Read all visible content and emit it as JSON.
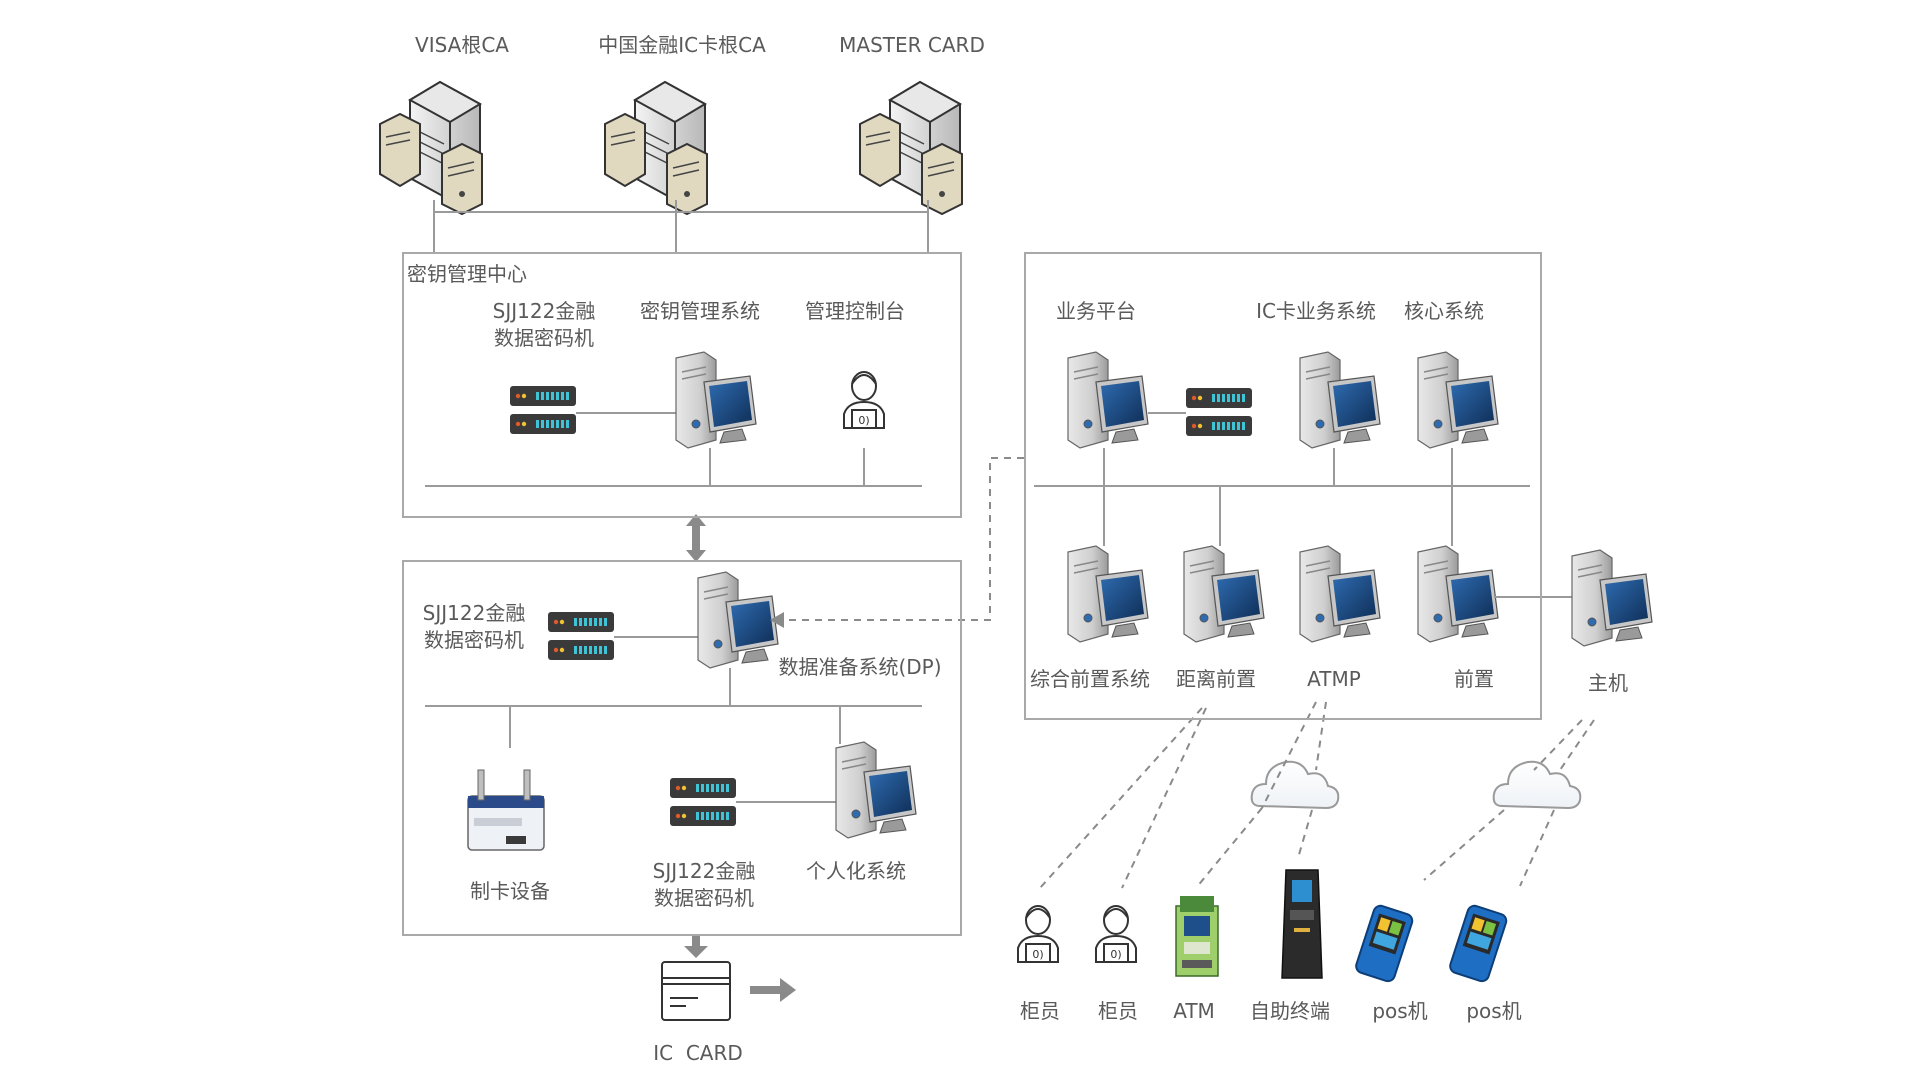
{
  "root_cas": [
    {
      "label": "VISA根CA"
    },
    {
      "label": "中国金融IC卡根CA"
    },
    {
      "label": "MASTER CARD"
    }
  ],
  "kmc": {
    "title": "密钥管理中心",
    "hsm": {
      "line1": "SJJ122金融",
      "line2": "数据密码机"
    },
    "kms": "密钥管理系统",
    "console": "管理控制台"
  },
  "dp": {
    "hsm": {
      "line1": "SJJ122金融",
      "line2": "数据密码机"
    },
    "dp_system": "数据准备系统(DP)",
    "card_device": "制卡设备",
    "hsm2": {
      "line1": "SJJ122金融",
      "line2": "数据密码机"
    },
    "personalization": "个人化系统"
  },
  "card": {
    "label": "IC  CARD"
  },
  "bank": {
    "business_platform": "业务平台",
    "ic_business": "IC卡业务系统",
    "core": "核心系统",
    "front_integrated": "综合前置系统",
    "remote_front": "距离前置",
    "atmp": "ATMP",
    "front": "前置",
    "host": "主机"
  },
  "terminals": [
    {
      "label": "柜员",
      "icon": "teller-icon"
    },
    {
      "label": "柜员",
      "icon": "teller-icon"
    },
    {
      "label": "ATM",
      "icon": "atm-icon"
    },
    {
      "label": "自助终端",
      "icon": "kiosk-icon"
    },
    {
      "label": "pos机",
      "icon": "pos-icon"
    },
    {
      "label": "pos机",
      "icon": "pos-icon"
    }
  ],
  "colors": {
    "line": "#9a9a9a",
    "box": "#a9a9a9",
    "arrow": "#8a8a8a",
    "screen": "#1f4f8a",
    "hsm_body": "#3a3a3a",
    "hsm_led": "#3fc3d6"
  }
}
